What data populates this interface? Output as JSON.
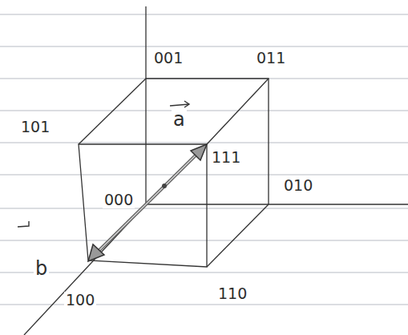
{
  "diagram": {
    "labels": [
      "001",
      "011",
      "101",
      "a",
      "111",
      "010",
      "000",
      "b",
      "100",
      "110"
    ]
  }
}
